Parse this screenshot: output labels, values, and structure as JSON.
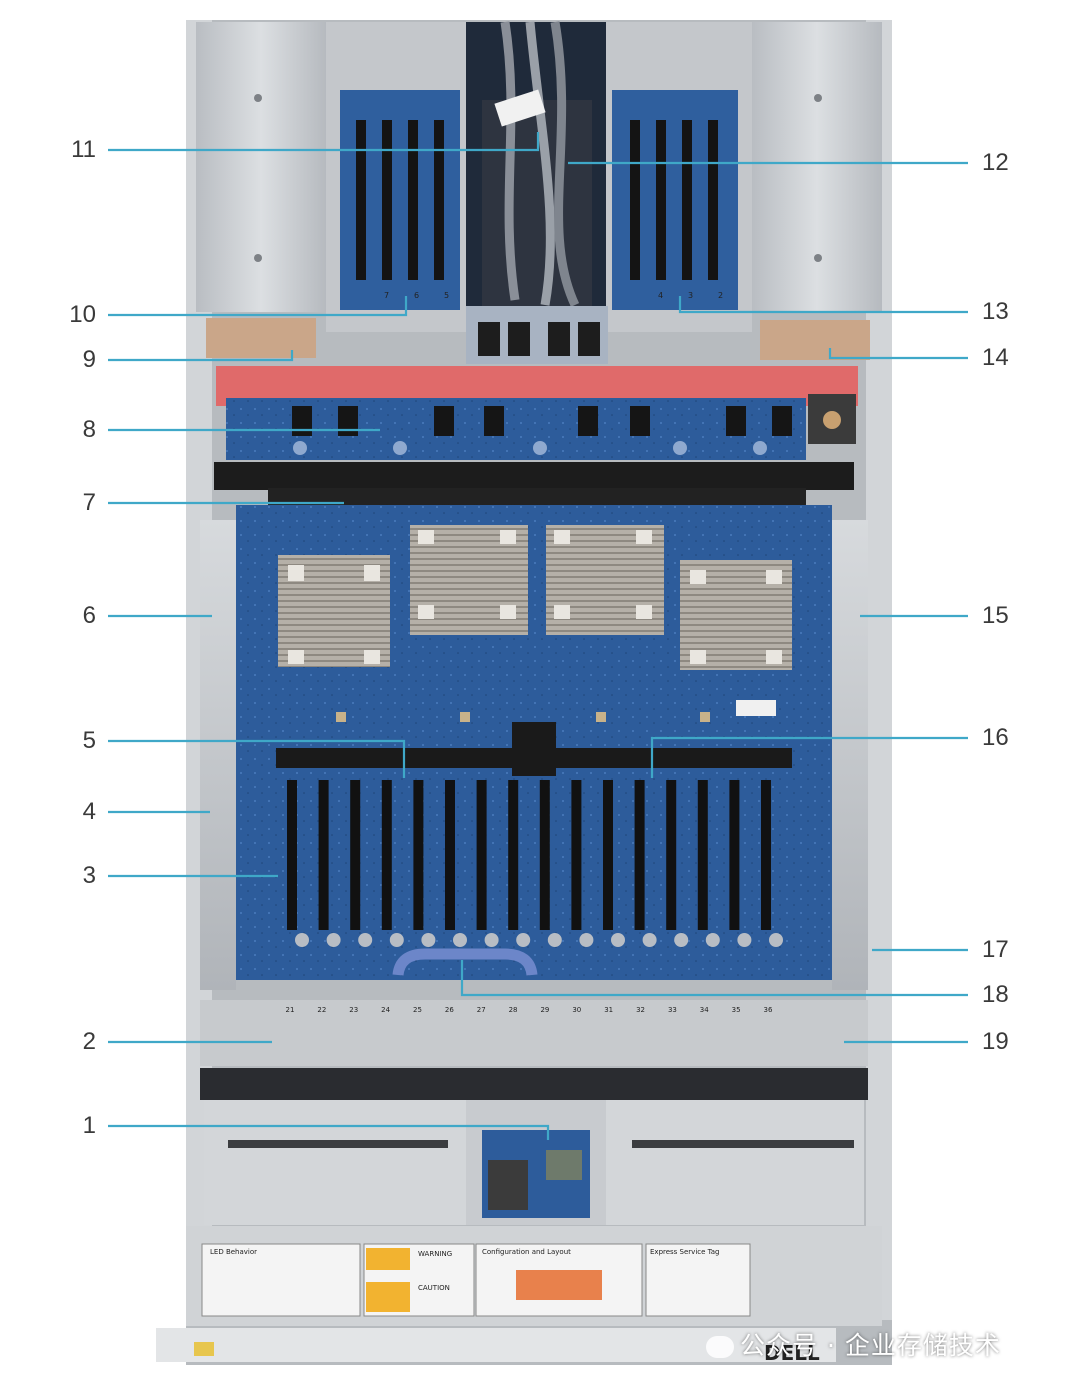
{
  "callouts": {
    "left": [
      {
        "num": "11"
      },
      {
        "num": "10"
      },
      {
        "num": "9"
      },
      {
        "num": "8"
      },
      {
        "num": "7"
      },
      {
        "num": "6"
      },
      {
        "num": "5"
      },
      {
        "num": "4"
      },
      {
        "num": "3"
      },
      {
        "num": "2"
      },
      {
        "num": "1"
      }
    ],
    "right": [
      {
        "num": "12"
      },
      {
        "num": "13"
      },
      {
        "num": "14"
      },
      {
        "num": "15"
      },
      {
        "num": "16"
      },
      {
        "num": "17"
      },
      {
        "num": "18"
      },
      {
        "num": "19"
      }
    ]
  },
  "riser_left_slots": [
    "7",
    "6",
    "5"
  ],
  "riser_right_slots": [
    "4",
    "3",
    "2"
  ],
  "gpu_slot_numbers": [
    "23",
    "24",
    "25",
    "26",
    "27",
    "28",
    "29",
    "30",
    "31",
    "32",
    "33",
    "34",
    "35",
    "36"
  ],
  "tray_slot_numbers": [
    "21",
    "22",
    "23",
    "24",
    "25",
    "26",
    "27",
    "28",
    "29",
    "30",
    "31",
    "32",
    "33",
    "34",
    "35",
    "36"
  ],
  "front_labels": {
    "led": "LED Behavior",
    "warning": "WARNING",
    "caution": "CAUTION",
    "config": "Configuration and Layout",
    "express": "Express Service Tag"
  },
  "watermark": "公众号 · 企业存储技术",
  "brand": "DELL",
  "colors": {
    "board": "#2f5f9e",
    "chassis": "#c9ccd0",
    "red_bar": "#e06a6a",
    "callout_line": "#3fa8c8"
  }
}
